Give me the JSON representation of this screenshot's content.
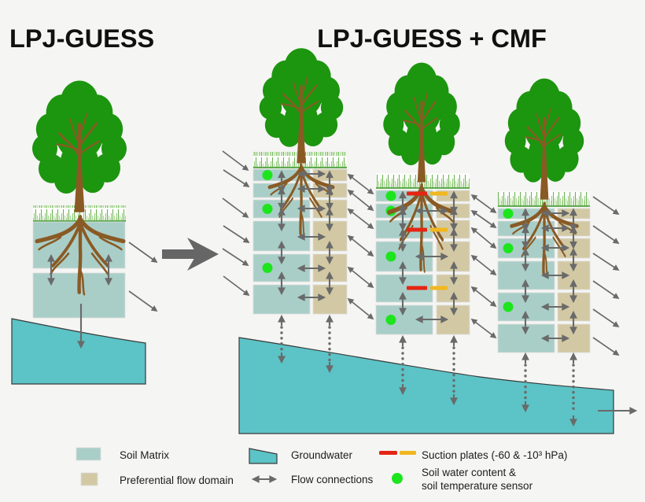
{
  "titles": {
    "left": "LPJ-GUESS",
    "right": "LPJ-GUESS + CMF"
  },
  "legend": {
    "soil_matrix": "Soil Matrix",
    "preferential_flow": "Preferential flow domain",
    "groundwater": "Groundwater",
    "flow_connections": "Flow connections",
    "suction_plates": "Suction plates (-60 & -10³ hPa)",
    "sensor_line1": "Soil water content &",
    "sensor_line2": "soil temperature sensor"
  },
  "figure": {
    "left_model": {
      "soil_layers": 2,
      "has_tree": true,
      "has_groundwater": true
    },
    "right_model": {
      "soil_columns": 3,
      "layers_per_column": 6,
      "domains_per_layer": [
        "soil matrix",
        "preferential flow domain"
      ],
      "sensor_layers": {
        "column_1": [
          1,
          3,
          5
        ],
        "column_2": [
          1,
          2,
          4,
          6
        ],
        "column_3": [
          1,
          3,
          5
        ]
      },
      "suction_plate_layers": {
        "column_2": [
          1,
          3,
          5
        ]
      },
      "has_groundwater": true,
      "groundwater_outflow": true
    }
  },
  "colors": {
    "bg": "#f5f5f3",
    "soil": "#a9cec8",
    "pref": "#d2c9a4",
    "gw": "#5cc3c6",
    "tree": "#1c950f",
    "trunk": "#8a5a24",
    "grass_base": "#55a445",
    "arrow": "#6a6a6a",
    "bigarrow": "#666666",
    "sensor": "#1de51d",
    "plate_red": "#e52513",
    "plate_yellow": "#f1b71f",
    "text": "#101010"
  }
}
